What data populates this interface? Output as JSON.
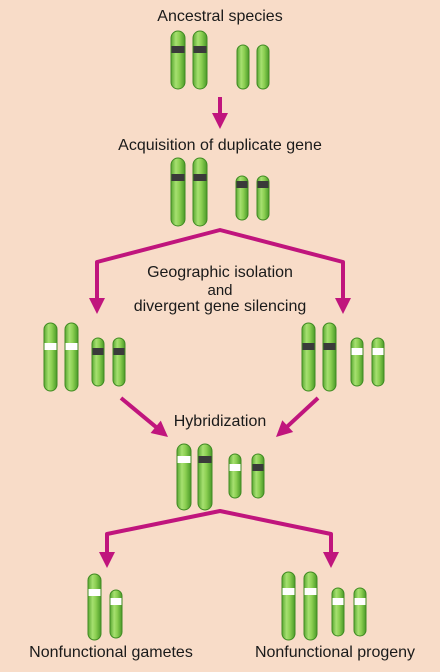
{
  "labels": {
    "ancestral": "Ancestral species",
    "duplicate": "Acquisition of duplicate gene",
    "isolation_1": "Geographic isolation",
    "isolation_2": "and",
    "isolation_3": "divergent gene silencing",
    "hybridization": "Hybridization",
    "gametes": "Nonfunctional gametes",
    "progeny": "Nonfunctional progeny"
  },
  "colors": {
    "background": "#f8dcc8",
    "chromosome": "#8ccf52",
    "chromosome_edge": "#3f8a22",
    "active_gene": "#3a3a3a",
    "silenced_gene": "#ffffff",
    "arrow": "#c0157d"
  }
}
